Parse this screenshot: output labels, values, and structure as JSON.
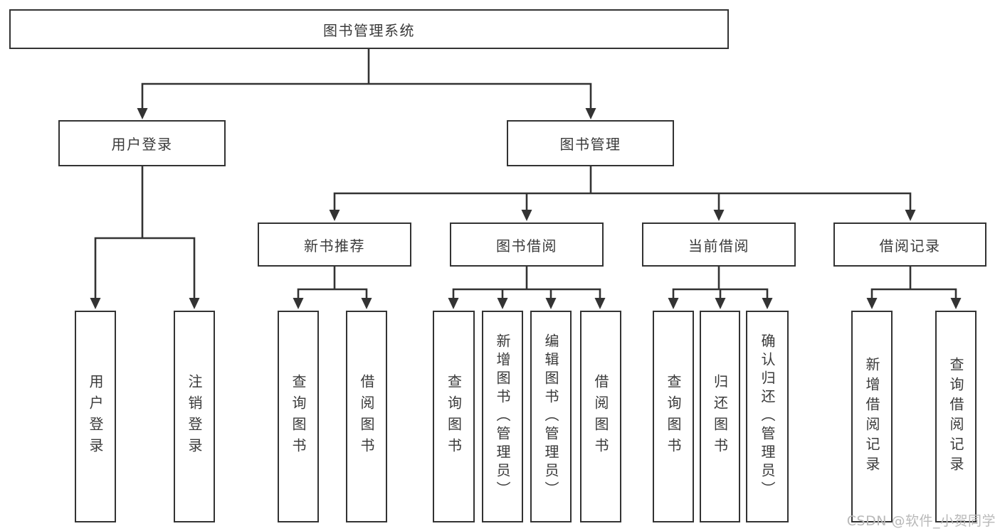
{
  "diagram_type": "hierarchy-tree",
  "tree": {
    "label": "图书管理系统",
    "children": [
      {
        "label": "用户登录",
        "children": [
          {
            "label": "用户登录"
          },
          {
            "label": "注销登录"
          }
        ]
      },
      {
        "label": "图书管理",
        "children": [
          {
            "label": "新书推荐",
            "children": [
              {
                "label": "查询图书"
              },
              {
                "label": "借阅图书"
              }
            ]
          },
          {
            "label": "图书借阅",
            "children": [
              {
                "label": "查询图书"
              },
              {
                "label": "新增图书（管理员）"
              },
              {
                "label": "编辑图书（管理员）"
              },
              {
                "label": "借阅图书"
              }
            ]
          },
          {
            "label": "当前借阅",
            "children": [
              {
                "label": "查询图书"
              },
              {
                "label": "归还图书"
              },
              {
                "label": "确认归还（管理员）"
              }
            ]
          },
          {
            "label": "借阅记录",
            "children": [
              {
                "label": "新增借阅记录"
              },
              {
                "label": "查询借阅记录"
              }
            ]
          }
        ]
      }
    ]
  },
  "watermark": "CSDN @软件_小贺同学",
  "colors": {
    "line": "#333333",
    "box_border": "#333333",
    "text": "#3a3a3a",
    "watermark": "#b9b9b9",
    "background": "#ffffff"
  }
}
